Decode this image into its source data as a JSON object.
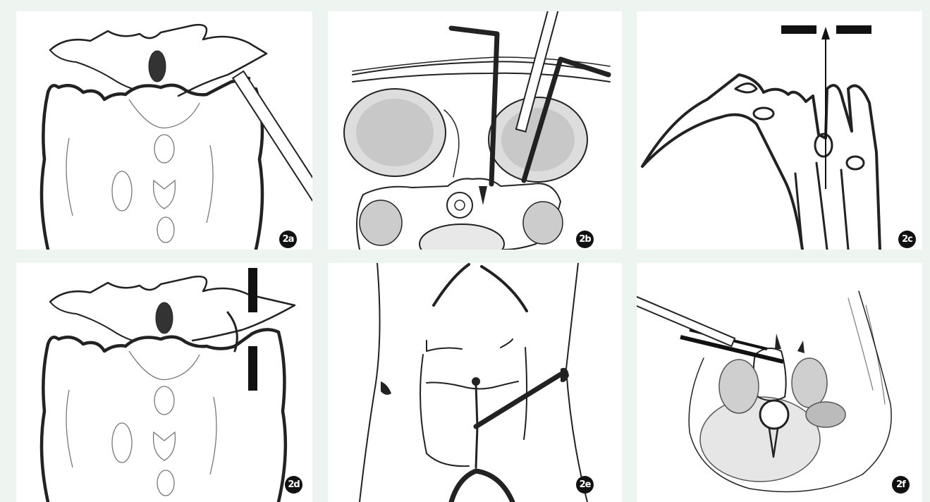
{
  "panels": [
    {
      "label": "2a"
    },
    {
      "label": "2b"
    },
    {
      "label": "2c"
    },
    {
      "label": "2d"
    },
    {
      "label": "2e"
    },
    {
      "label": "2f"
    }
  ],
  "colors": {
    "background": "#eef4ef",
    "panel": "#ffffff",
    "ink": "#222222",
    "badge": "#111111"
  }
}
